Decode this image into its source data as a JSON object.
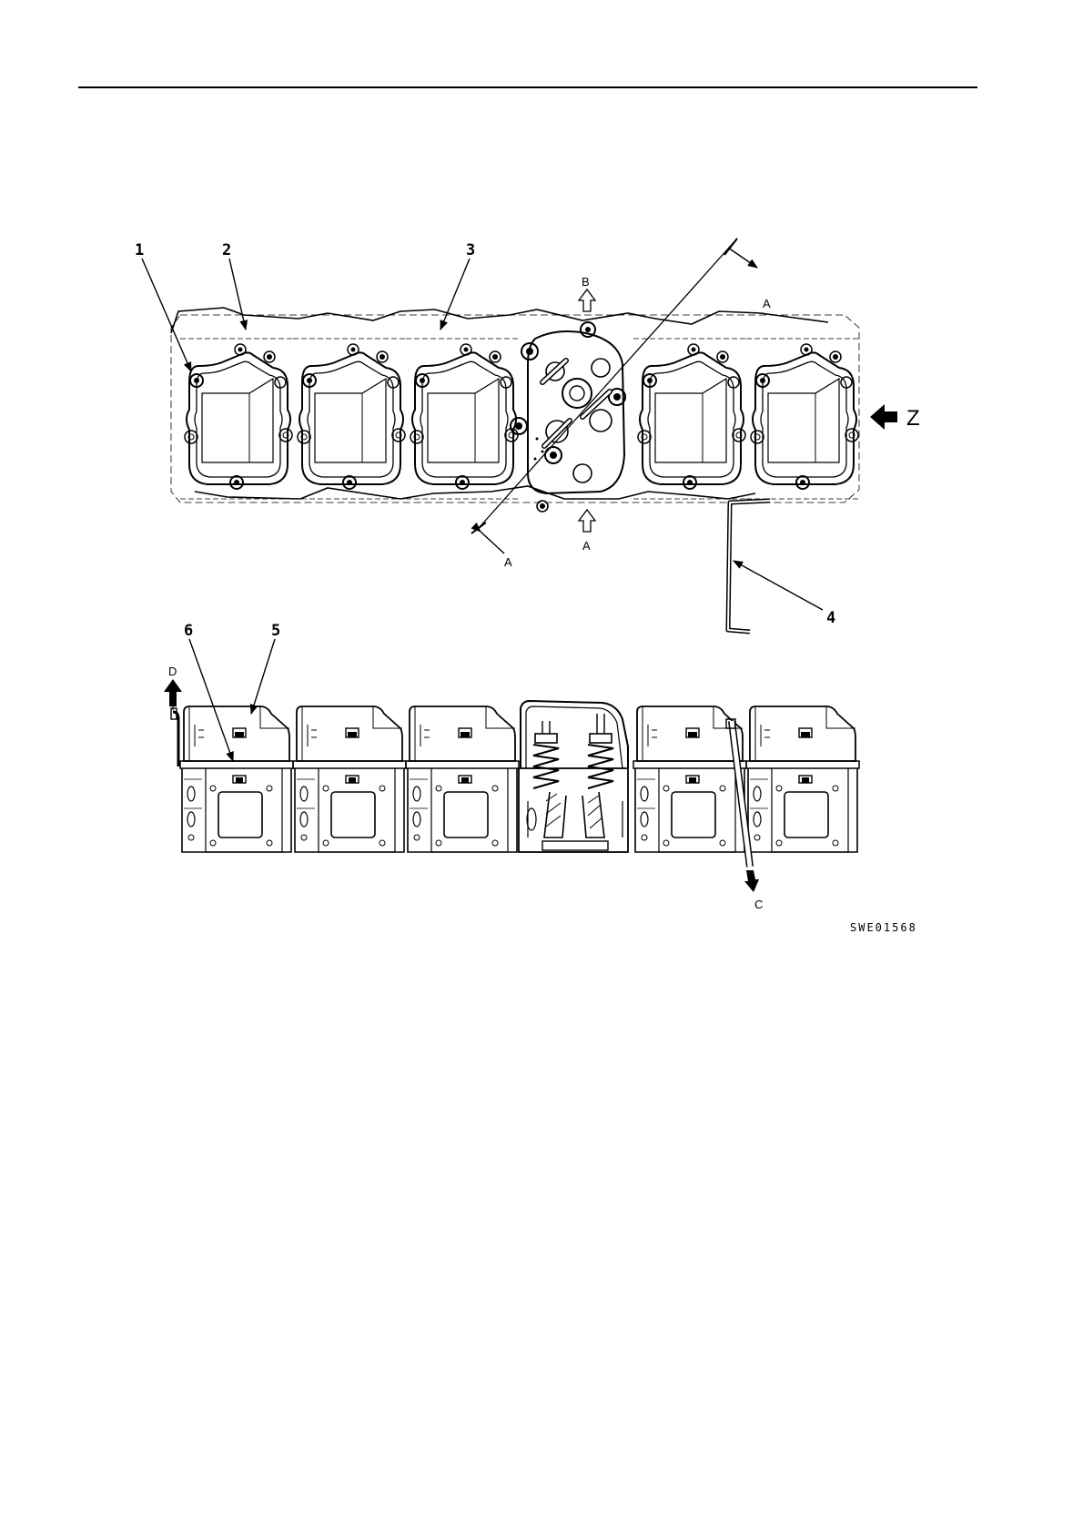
{
  "figure": {
    "callouts": [
      "1",
      "2",
      "3",
      "4",
      "5",
      "6"
    ],
    "arrow_letters": {
      "a_top": "A",
      "a_left": "A",
      "a_bottom": "A",
      "b": "B",
      "c": "C",
      "d": "D",
      "z": "Z"
    },
    "figure_code": "SWE01568"
  }
}
